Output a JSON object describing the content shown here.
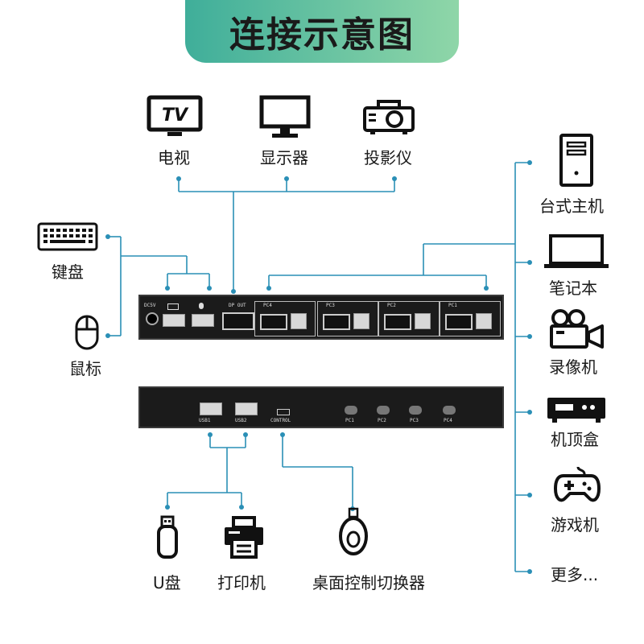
{
  "title": "连接示意图",
  "colors": {
    "banner_start": "#3fae9a",
    "banner_end": "#8fd6a8",
    "wire": "#2a8fb6",
    "device": "#1b1b1b"
  },
  "outputs": [
    {
      "label": "电视",
      "icon": "tv-icon",
      "icon_text": "TV"
    },
    {
      "label": "显示器",
      "icon": "monitor-icon"
    },
    {
      "label": "投影仪",
      "icon": "projector-icon"
    }
  ],
  "peripherals": [
    {
      "label": "键盘",
      "icon": "keyboard-icon"
    },
    {
      "label": "鼠标",
      "icon": "mouse-icon"
    }
  ],
  "sources": [
    {
      "label": "台式主机",
      "icon": "desktop-tower-icon"
    },
    {
      "label": "笔记本",
      "icon": "laptop-icon"
    },
    {
      "label": "录像机",
      "icon": "video-camera-icon"
    },
    {
      "label": "机顶盒",
      "icon": "set-top-box-icon"
    },
    {
      "label": "游戏机",
      "icon": "gamepad-icon"
    },
    {
      "label": "更多..."
    }
  ],
  "usb_devices": [
    {
      "label": "U盘",
      "icon": "usb-drive-icon"
    },
    {
      "label": "打印机",
      "icon": "printer-icon"
    },
    {
      "label": "桌面控制切换器",
      "icon": "remote-switch-icon"
    }
  ],
  "rear_panel": {
    "dc_label": "DC5V",
    "dp_out_label": "DP OUT",
    "pc_ports": [
      "PC4",
      "PC3",
      "PC2",
      "PC1"
    ]
  },
  "front_panel": {
    "usb_ports": [
      "USB1",
      "USB2"
    ],
    "control_label": "CONTROL",
    "buttons": [
      "PC1",
      "PC2",
      "PC3",
      "PC4"
    ]
  }
}
